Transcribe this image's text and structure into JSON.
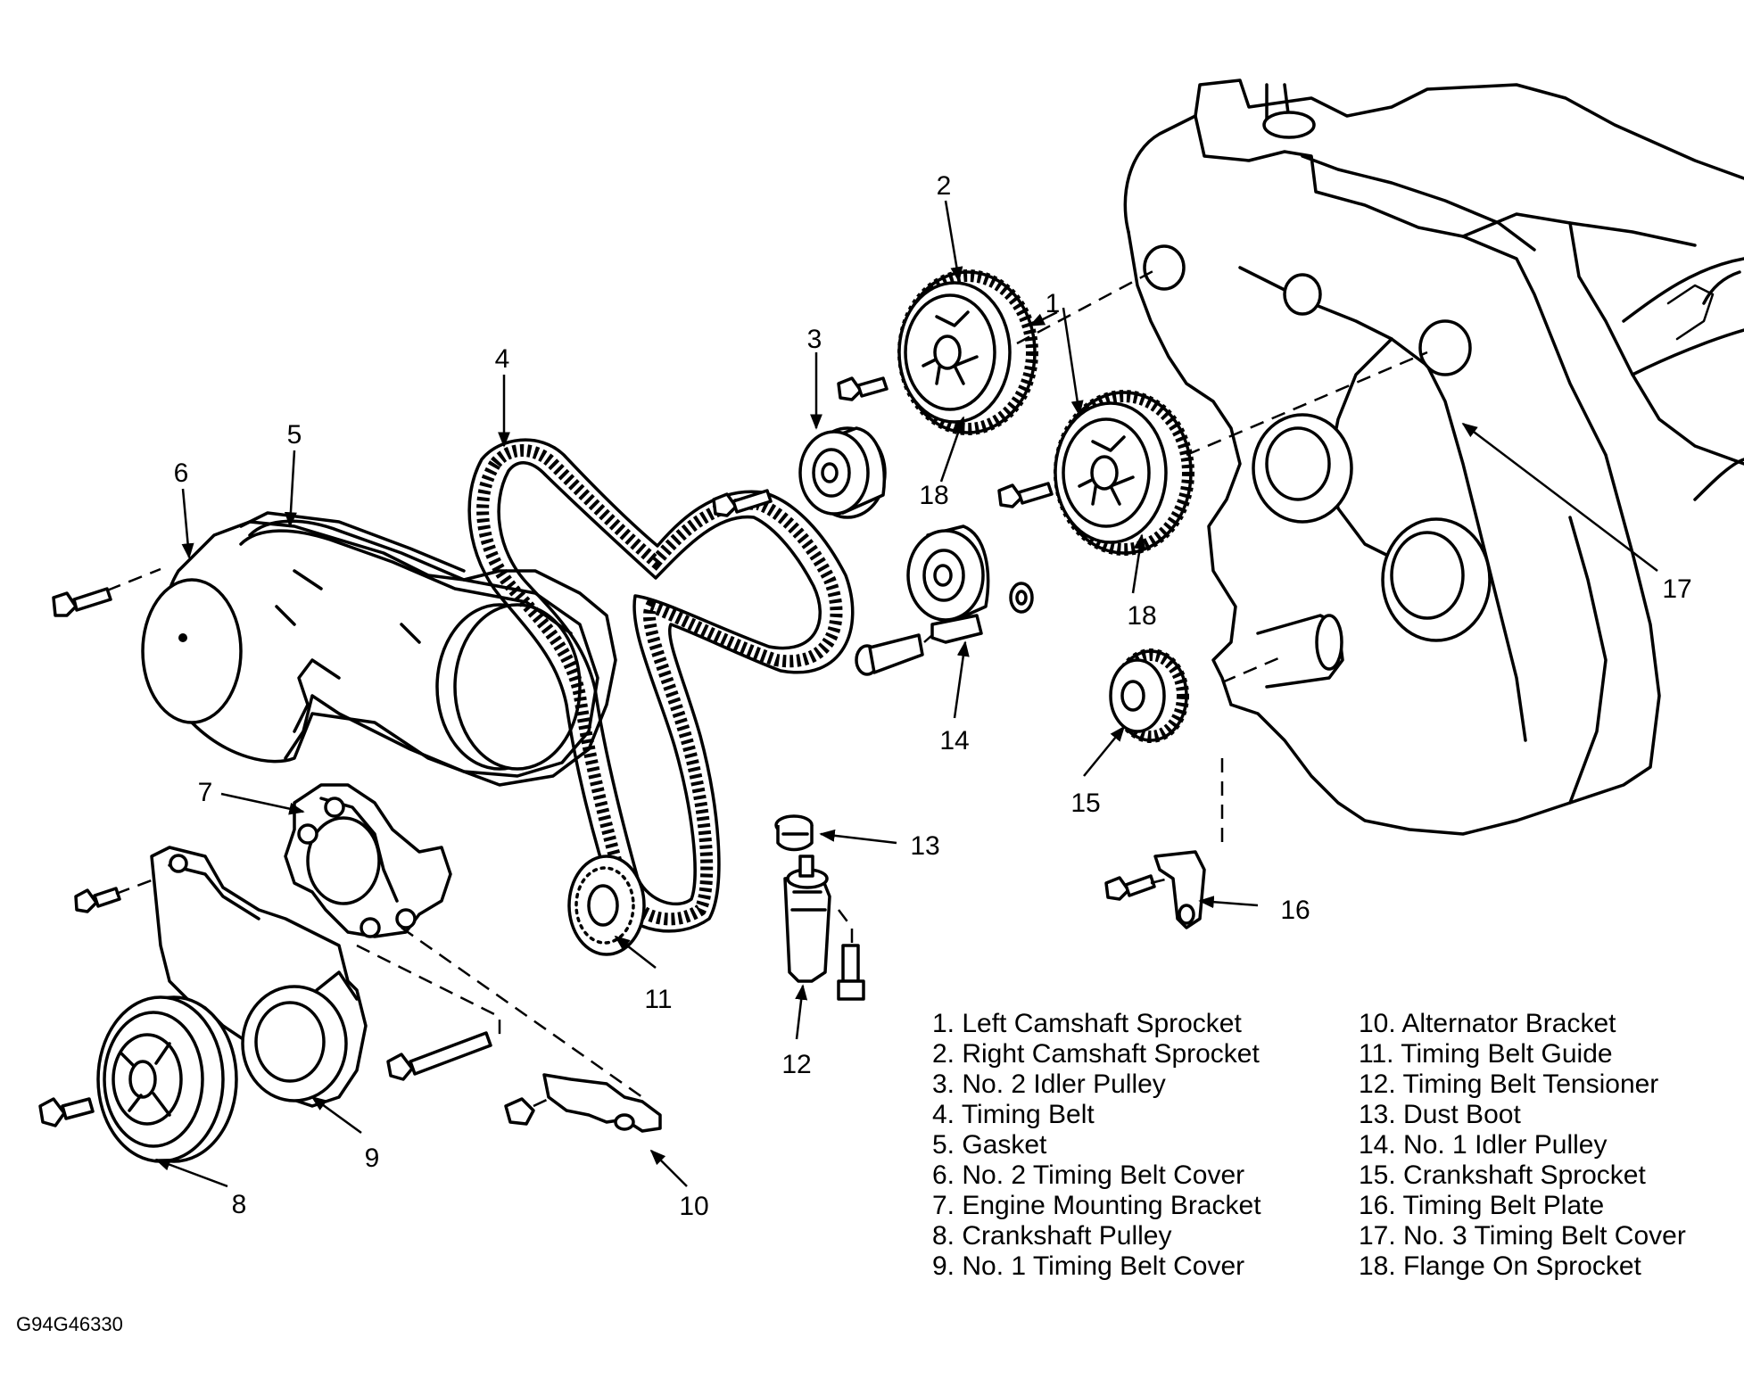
{
  "callouts": [
    "1",
    "2",
    "3",
    "4",
    "5",
    "6",
    "7",
    "8",
    "9",
    "10",
    "11",
    "12",
    "13",
    "14",
    "15",
    "16",
    "17",
    "18",
    "18"
  ],
  "legend_left": [
    "1. Left Camshaft Sprocket",
    "2. Right Camshaft Sprocket",
    "3. No. 2 Idler Pulley",
    "4. Timing Belt",
    "5. Gasket",
    "6. No. 2 Timing Belt Cover",
    "7. Engine Mounting Bracket",
    "8. Crankshaft Pulley",
    "9. No. 1 Timing Belt Cover"
  ],
  "legend_right": [
    "10. Alternator Bracket",
    "11. Timing Belt Guide",
    "12. Timing Belt Tensioner",
    "13. Dust Boot",
    "14. No. 1 Idler Pulley",
    "15. Crankshaft Sprocket",
    "16. Timing Belt Plate",
    "17. No. 3 Timing Belt Cover",
    "18. Flange On Sprocket"
  ],
  "figure_code": "G94G46330",
  "colors": {
    "ink": "#000000",
    "paper": "#ffffff"
  }
}
